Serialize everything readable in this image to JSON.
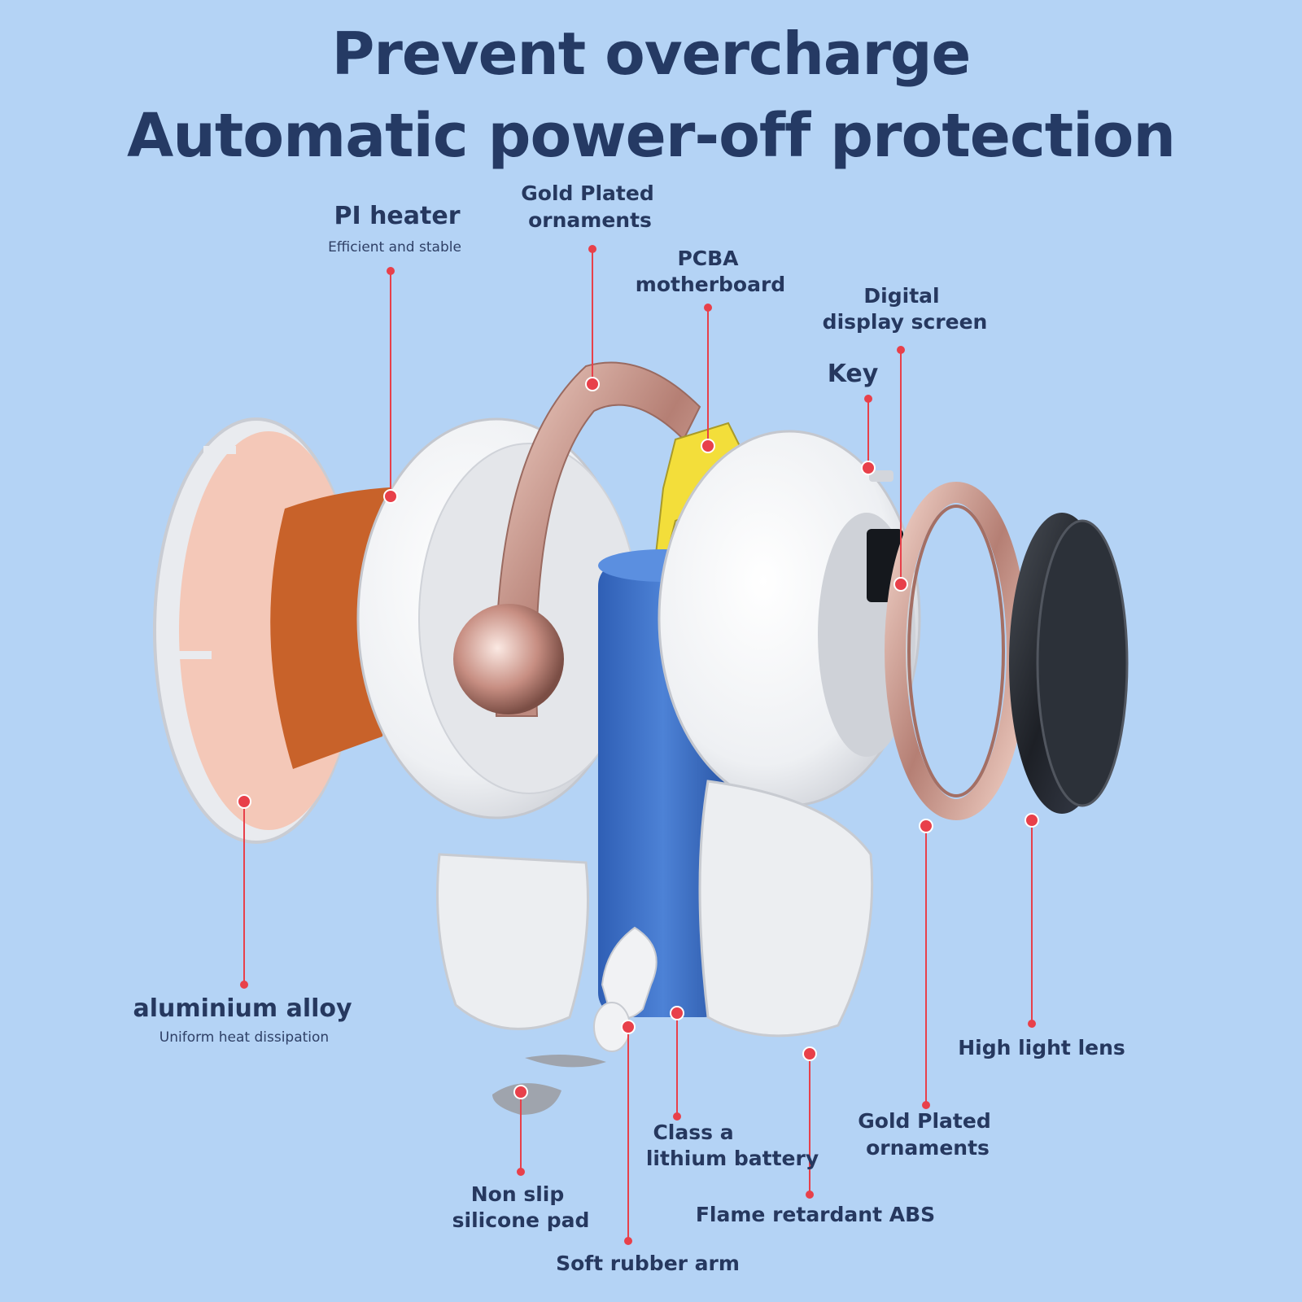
{
  "title": {
    "line1": "Prevent overcharge",
    "line2": "Automatic power-off protection"
  },
  "labels": {
    "pi_heater": "PI heater",
    "pi_heater_sub": "Efficient and stable",
    "gold_top_line1": "Gold Plated",
    "gold_top_line2": "ornaments",
    "pcba_line1": "PCBA",
    "pcba_line2": "motherboard",
    "display_line1": "Digital",
    "display_line2": "display screen",
    "key": "Key",
    "aluminium": "aluminium alloy",
    "aluminium_sub": "Uniform heat dissipation",
    "high_light_lens": "High light lens",
    "gold_bottom_line1": "Gold Plated",
    "gold_bottom_line2": "ornaments",
    "battery_line1": "Class a",
    "battery_line2": "lithium battery",
    "flame_abs": "Flame retardant ABS",
    "nonslip_line1": "Non slip",
    "nonslip_line2": "silicone pad",
    "soft_arm": "Soft rubber arm"
  },
  "colors": {
    "background": "#b4d3f5",
    "title_text": "#253a64",
    "label_text": "#26385f",
    "callout_line": "#e8404a",
    "heater": "#c8622a",
    "battery": "#3f72c9",
    "rose_gold": "#d9a69a",
    "lens": "#2a2d33",
    "plastic": "#f4f4f6"
  }
}
